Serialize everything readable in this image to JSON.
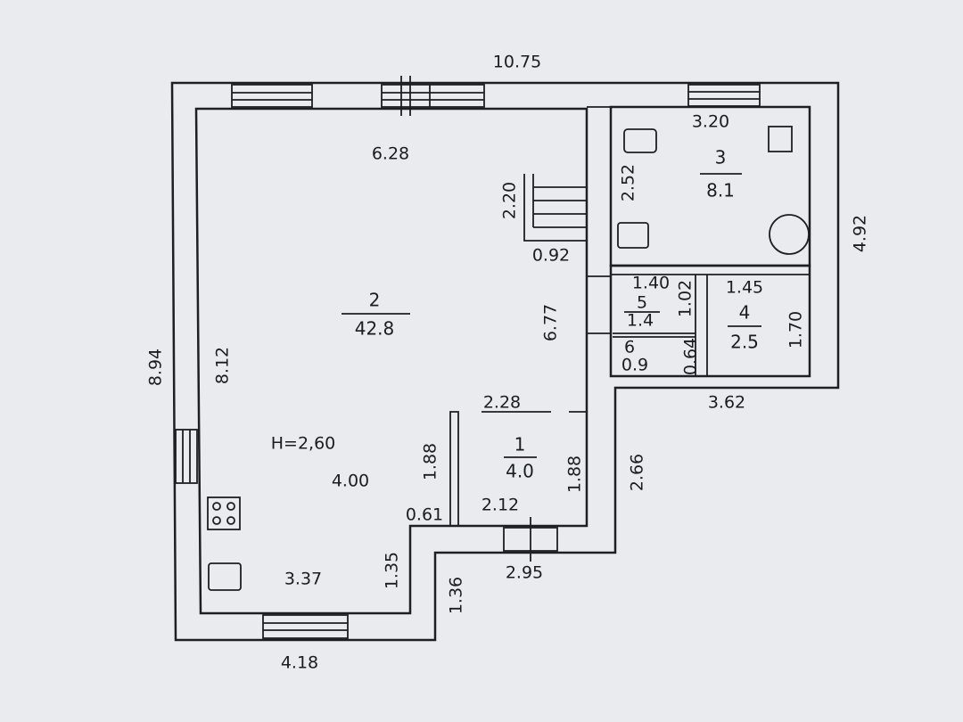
{
  "plan": {
    "total_width": "10.75",
    "total_depth": "8.94",
    "ceiling_height": "H=2,60",
    "rooms": [
      {
        "number": "1",
        "area": "4.0"
      },
      {
        "number": "2",
        "area": "42.8"
      },
      {
        "number": "3",
        "area": "8.1"
      },
      {
        "number": "4",
        "area": "2.5"
      },
      {
        "number": "5",
        "area": "1.4"
      },
      {
        "number": "6",
        "area": "0.9"
      }
    ],
    "dimensions": {
      "d628": "6.28",
      "d320": "3.20",
      "d252": "2.52",
      "d220": "2.20",
      "d092": "0.92",
      "d492": "4.92",
      "d677": "6.77",
      "d140": "1.40",
      "d102": "1.02",
      "d145": "1.45",
      "d170": "1.70",
      "d064": "0.64",
      "d362": "3.62",
      "d812": "8.12",
      "d228": "2.28",
      "d188a": "1.88",
      "d188b": "1.88",
      "d266": "2.66",
      "d400": "4.00",
      "d061": "0.61",
      "d212": "2.12",
      "d295": "2.95",
      "d135": "1.35",
      "d337": "3.37",
      "d136": "1.36",
      "d418": "4.18"
    }
  }
}
